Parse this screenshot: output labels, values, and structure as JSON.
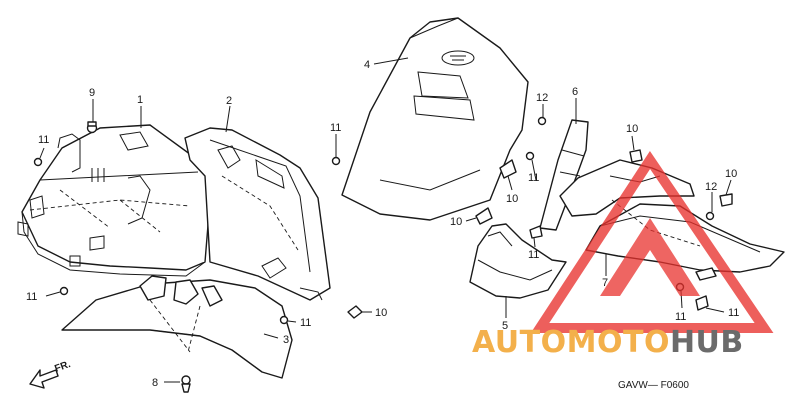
{
  "callouts": {
    "c1": "1",
    "c2": "2",
    "c3": "3",
    "c4": "4",
    "c5": "5",
    "c6": "6",
    "c7": "7",
    "c8": "8",
    "c9": "9",
    "c10": "10",
    "c11": "11",
    "c12": "12"
  },
  "direction_label": "FR.",
  "figure_code": "GAVW— F0600",
  "watermark": {
    "part1": "AUTOMOTO",
    "part2": "HUB",
    "color_main": "#e8322e",
    "color_auto": "#f3b04b",
    "color_hub": "#6b6b6b"
  }
}
